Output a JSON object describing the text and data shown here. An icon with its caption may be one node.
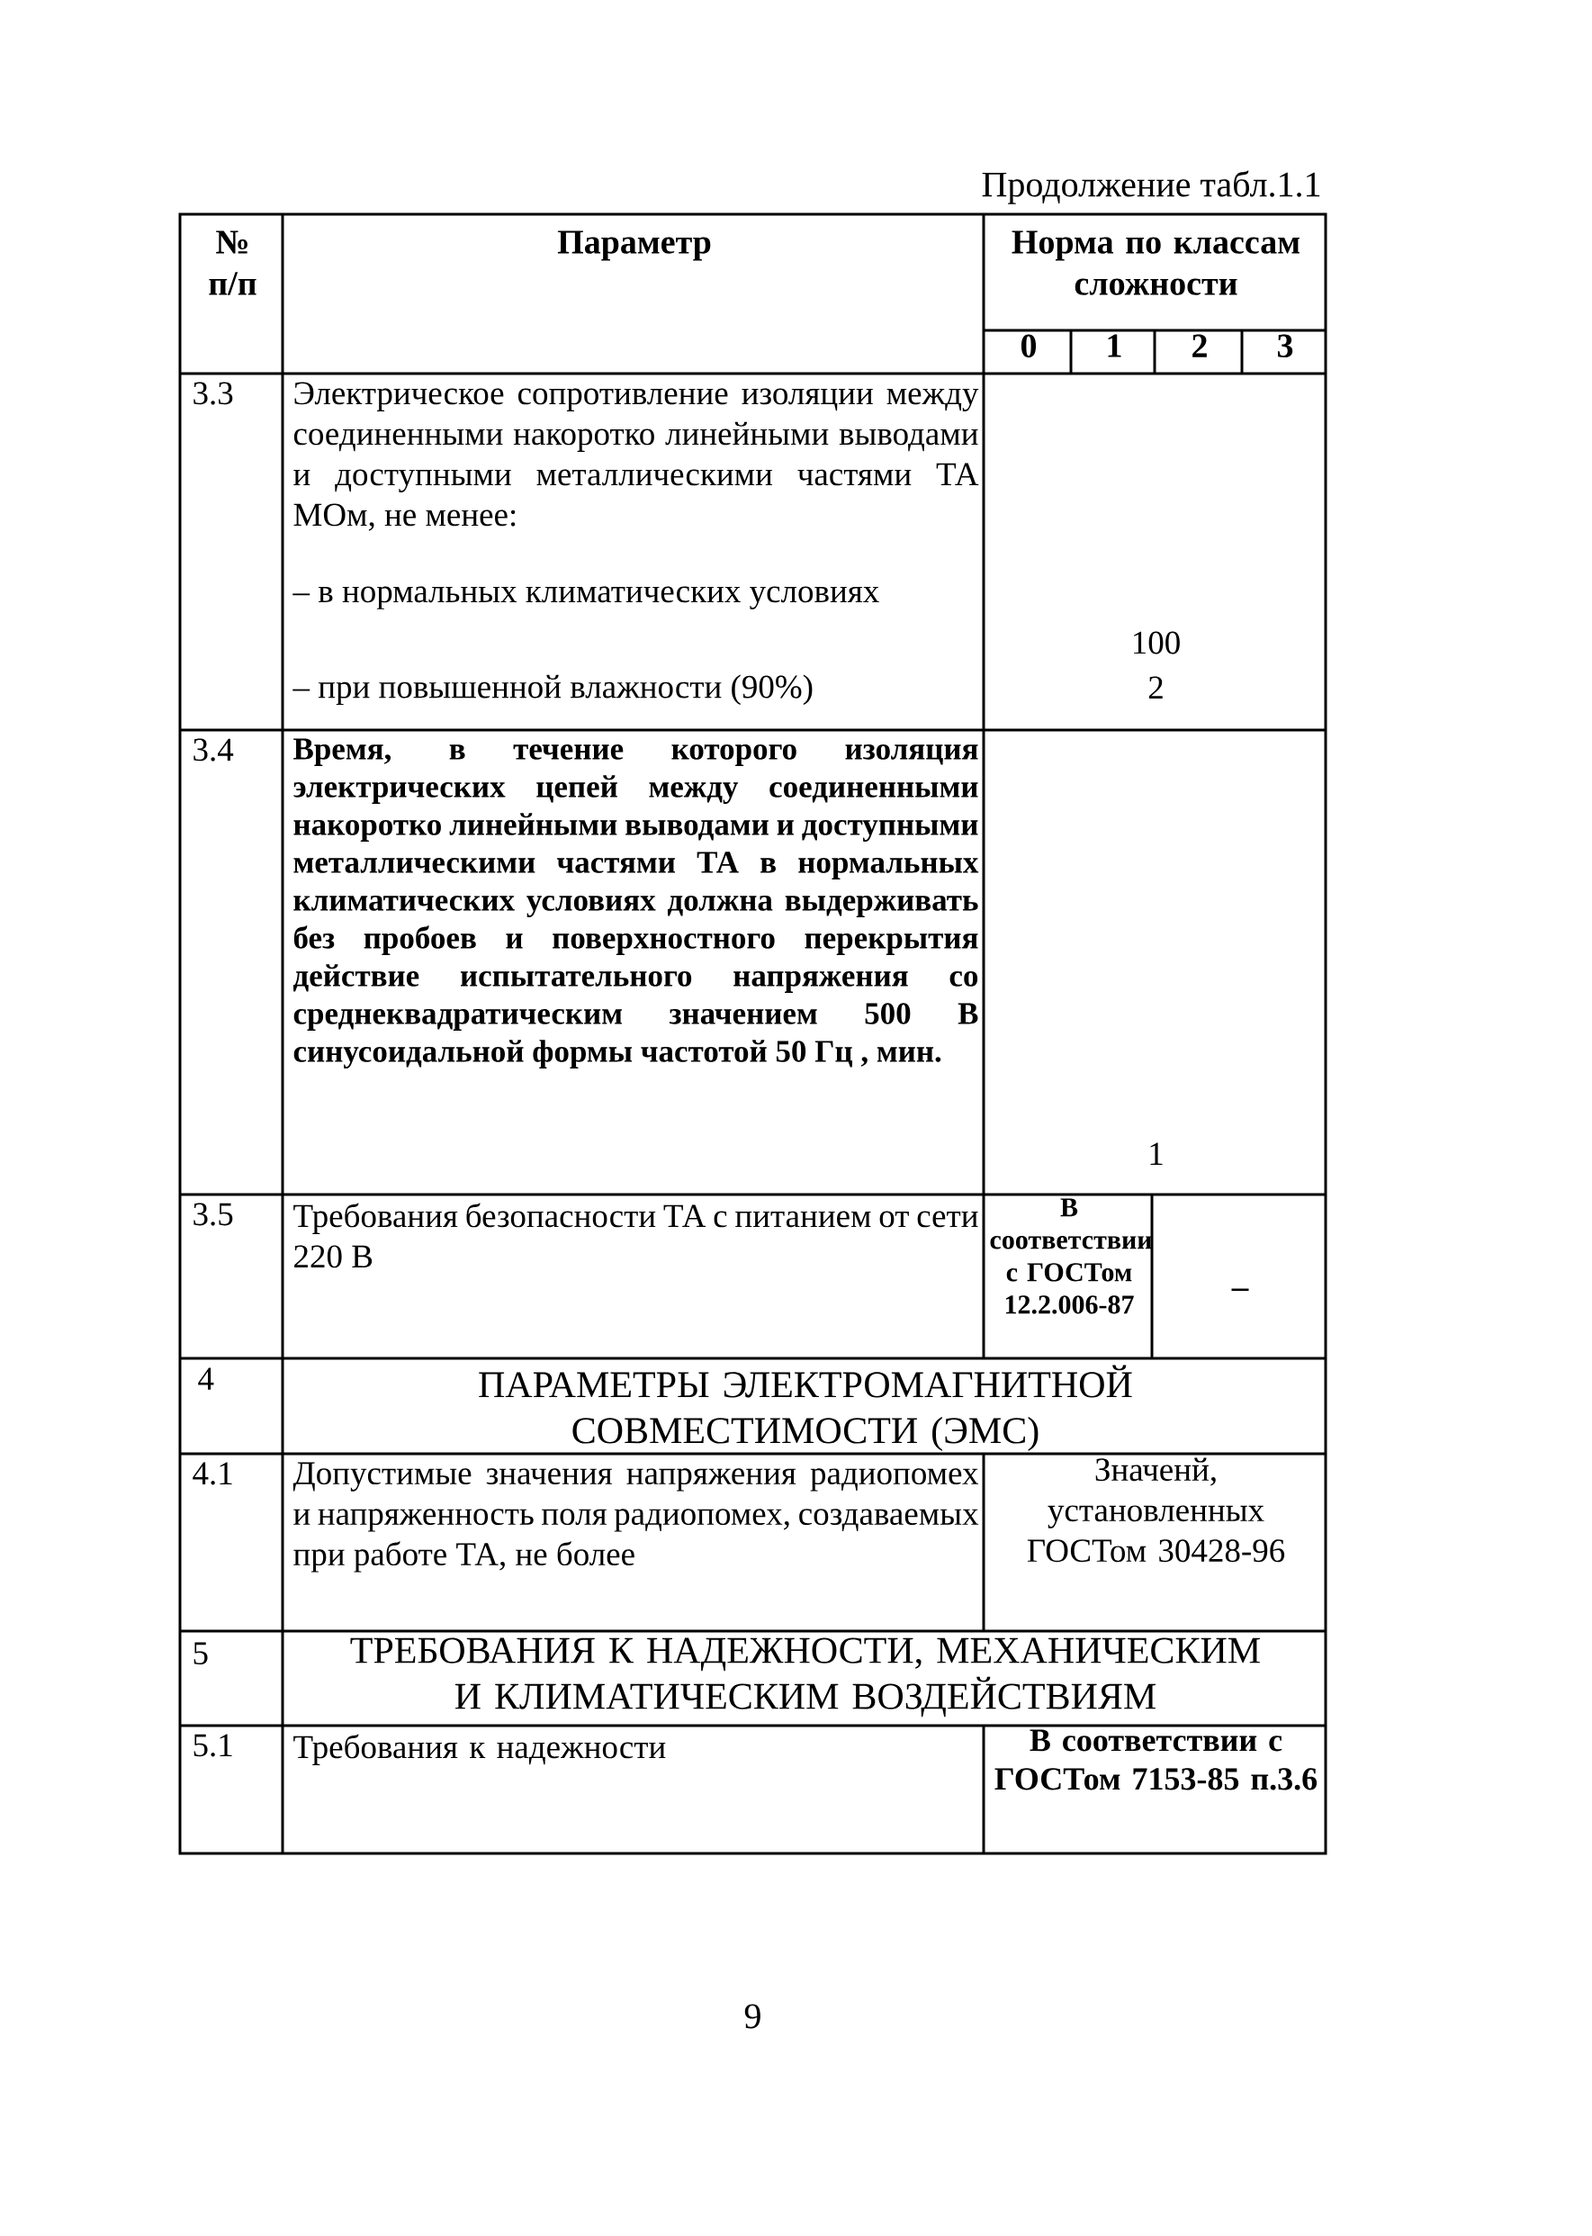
{
  "diagram": {
    "labels": [
      "Продолжение табл.1.1",
      "№ п/п",
      "Параметр",
      "Норма по классам сложности",
      "0",
      "1",
      "2",
      "3",
      "3.3",
      "Электрическое сопротивление изоляции между соединенными накоротко линейными выводами и доступными металлическими частями ТА  МОм, не менее:",
      "– в нормальных климатических условиях",
      "– при повышенной влажности (90%)",
      "100",
      "2",
      "3.4",
      "Время, в течение которого изоляция электрических цепей между соединенными накоротко линейными выводами и доступными металлическими частями ТА в нормальных климатических условиях должна выдерживать без пробоев и поверхностного перекрытия действие испытательного напряжения со среднеквадратическим значением 500 В синусоидальной формы частотой 50 Гц , мин.",
      "1",
      "3.5",
      "Требования безопасности ТА с питанием от сети 220 В",
      "В соответствии с ГОСТом 12.2.006-87",
      "–",
      "4",
      "ПАРАМЕТРЫ ЭЛЕКТРОМАГНИТНОЙ СОВМЕСТИМОСТИ (ЭМС)",
      "4.1",
      "Допустимые значения напряжения радиопомех и напряженность поля радиопомех, создаваемых при работе ТА, не более",
      "Значенй, установленных ГОСТом 30428-96",
      "5",
      "ТРЕБОВАНИЯ К НАДЕЖНОСТИ, МЕХАНИЧЕСКИМ И КЛИМАТИЧЕСКИМ ВОЗДЕЙСТВИЯМ",
      "5.1",
      "Требования к надежности",
      "В соответствии с ГОСТом 7153-85 п.3.6",
      "9"
    ]
  }
}
